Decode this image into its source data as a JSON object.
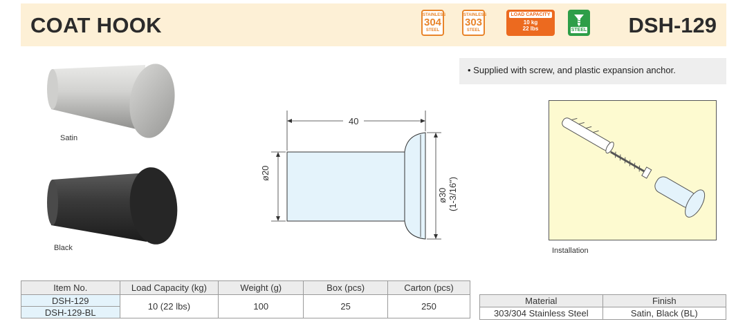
{
  "header": {
    "title": "COAT HOOK",
    "model": "DSH-129",
    "badges": {
      "ss304": {
        "top": "STAINLESS",
        "grade": "304",
        "bottom": "STEEL"
      },
      "ss303": {
        "top": "STAINLESS",
        "grade": "303",
        "bottom": "STEEL"
      },
      "load": {
        "label": "LOAD CAPACITY",
        "kg": "10 kg",
        "lbs": "22 lbs"
      },
      "steel": {
        "label": "STEEL"
      }
    }
  },
  "note": "• Supplied with screw, and plastic expansion anchor.",
  "photos": {
    "satin_label": "Satin",
    "black_label": "Black"
  },
  "drawing": {
    "length": "40",
    "shaft_dia": "ø20",
    "head_dia": "ø30",
    "head_dia_inch": "(1-3/16\")"
  },
  "installation_label": "Installation",
  "spec_table": {
    "headers": [
      "Item No.",
      "Load Capacity (kg)",
      "Weight (g)",
      "Box (pcs)",
      "Carton (pcs)"
    ],
    "items": [
      "DSH-129",
      "DSH-129-BL"
    ],
    "load": "10 (22 lbs)",
    "weight": "100",
    "box": "25",
    "carton": "250"
  },
  "material_table": {
    "headers": [
      "Material",
      "Finish"
    ],
    "material": "303/304 Stainless Steel",
    "finish": "Satin, Black (BL)"
  },
  "colors": {
    "header_bg": "#fdf0d6",
    "badge_orange": "#e8842a",
    "badge_load": "#ec6a1f",
    "badge_green": "#2e9e48",
    "table_blue": "#e4f3fb",
    "install_bg": "#fdfad0"
  }
}
